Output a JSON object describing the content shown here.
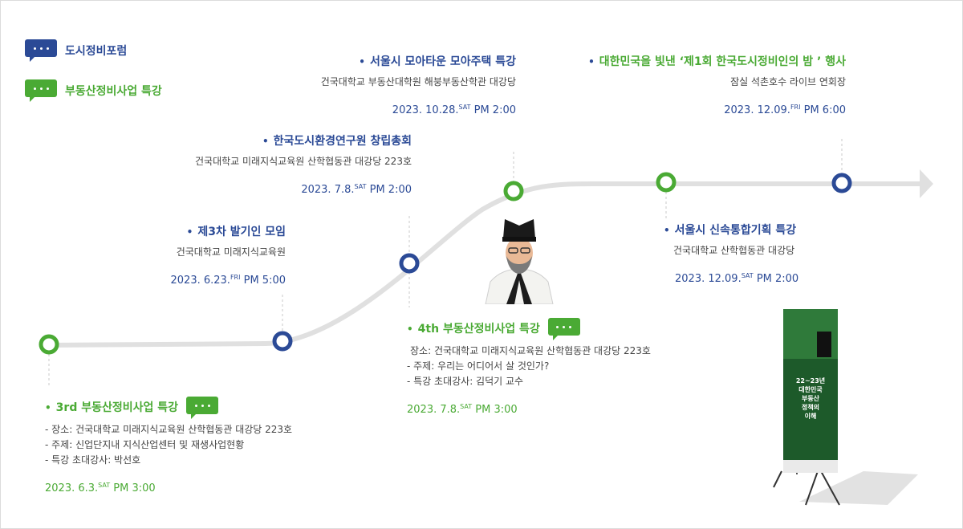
{
  "legend": [
    {
      "label": "도시정비포럼",
      "color": "#2b4a96"
    },
    {
      "label": "부동산정비사업 특강",
      "color": "#4aaa34"
    }
  ],
  "colors": {
    "blue": "#2b4a96",
    "green": "#4aaa34",
    "track": "#e0e0e0"
  },
  "events": [
    {
      "title": "3rd 부동산정비사업 특강",
      "type": "green",
      "lines": [
        "- 장소: 건국대학교 미래지식교육원 산학협동관 대강당 223호",
        "- 주제: 신업단지내 지식산업센터 및 재생사업현황",
        "- 특강 초대강사: 박선호"
      ],
      "date": "2023. 6.3.",
      "day": "SAT",
      "time": "PM 3:00"
    },
    {
      "title": "제3차 발기인 모임",
      "type": "blue",
      "lines": [
        "건국대학교 미래지식교육원"
      ],
      "date": "2023. 6.23.",
      "day": "FRI",
      "time": "PM 5:00"
    },
    {
      "title": "한국도시환경연구원 창립총회",
      "type": "blue",
      "lines": [
        "건국대학교 미래지식교육원 산학협동관 대강당 223호"
      ],
      "date": "2023. 7.8.",
      "day": "SAT",
      "time": "PM 2:00"
    },
    {
      "title": "4th 부동산정비사업 특강",
      "type": "green",
      "lines": [
        "장소: 건국대학교 미래지식교육원 산학협동관 대강당 223호",
        "- 주제: 우리는 어디어서 살 것인가?",
        "- 특강 초대강사: 김덕기 교수"
      ],
      "date": "2023. 7.8.",
      "day": "SAT",
      "time": "PM 3:00"
    },
    {
      "title": "서울시 모아타운 모아주택 특강",
      "type": "blue",
      "lines": [
        "건국대학교 부동산대학원 해붕부동산학관 대강당"
      ],
      "date": "2023. 10.28.",
      "day": "SAT",
      "time": "PM 2:00"
    },
    {
      "title": "서울시 신속통합기획 특강",
      "type": "blue",
      "lines": [
        "건국대학교 산학협동관 대강당"
      ],
      "date": "2023. 12.09.",
      "day": "SAT",
      "time": "PM 2:00"
    },
    {
      "title": "대한민국을 빛낸 ‘제1회 한국도시정비인의 밤 ’ 행사",
      "type": "green",
      "lines": [
        "잠실 석촌호수 라이브 연회장"
      ],
      "date": "2023. 12.09.",
      "day": "FRI",
      "time": "PM 6:00"
    }
  ],
  "banner": {
    "title": "22~23년 대한민국 부동산 정책의 이해"
  }
}
